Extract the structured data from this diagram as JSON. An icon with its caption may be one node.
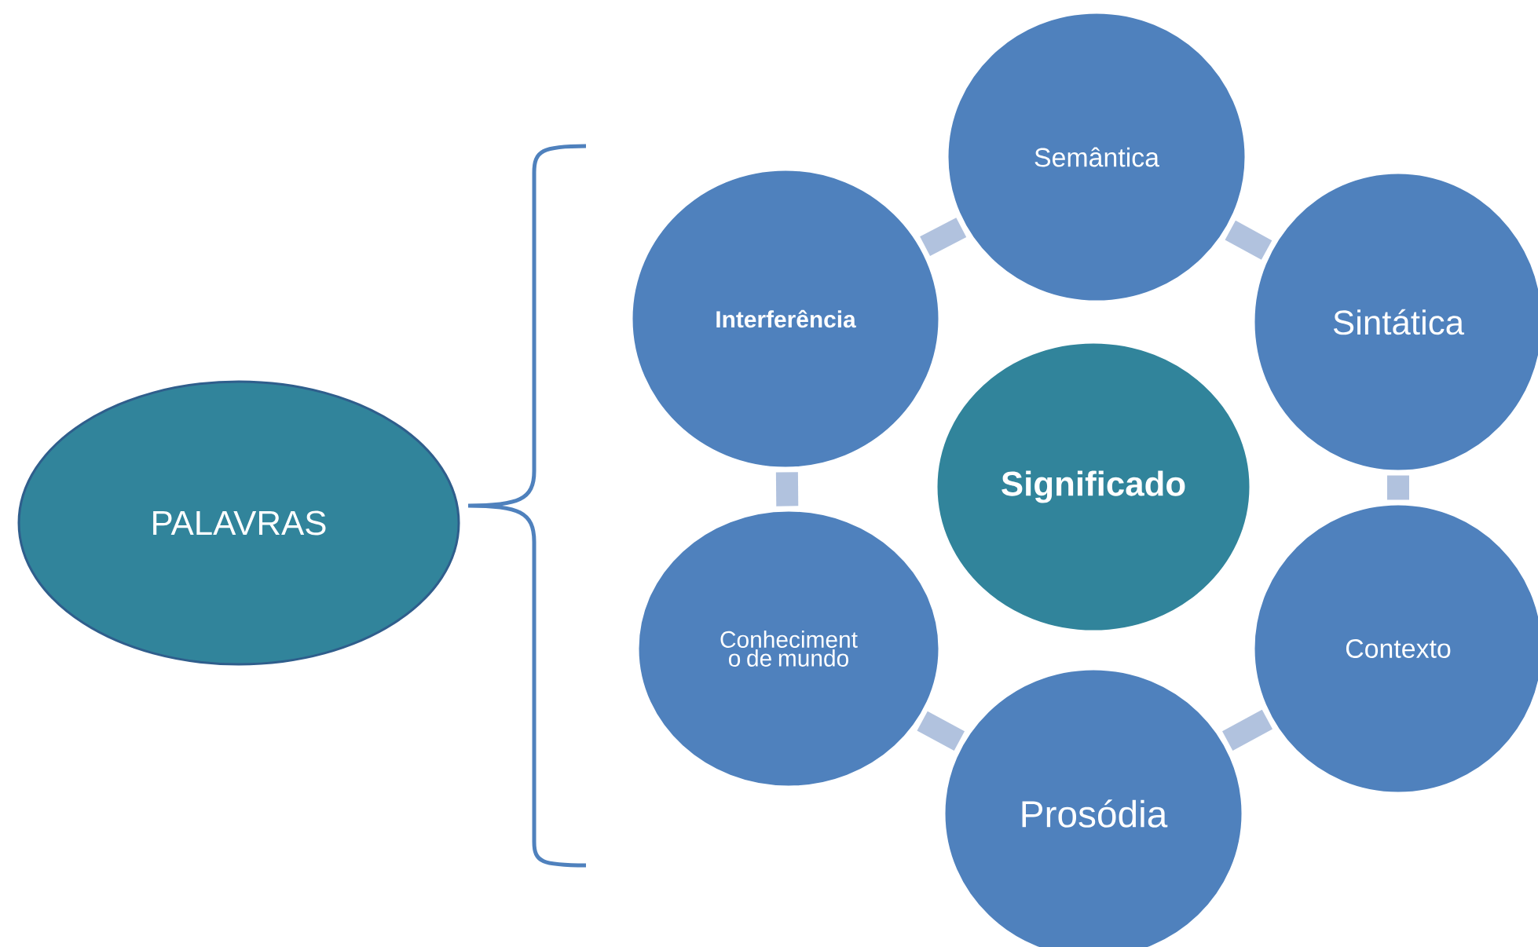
{
  "diagram": {
    "nodes": [
      {
        "text": [
          "PALAVRAS"
        ]
      },
      {
        "text": [
          "Significado"
        ]
      },
      {
        "text": [
          "Semântica"
        ]
      },
      {
        "text": [
          "Sintática"
        ]
      },
      {
        "text": [
          "Contexto"
        ]
      },
      {
        "text": [
          "Prosódia"
        ]
      },
      {
        "text": [
          "Conheciment o de mundo"
        ]
      },
      {
        "text": [
          "Interferência"
        ]
      }
    ],
    "edges": [
      {
        "from": 2,
        "to": 3,
        "arrow": "none"
      },
      {
        "from": 3,
        "to": 4,
        "arrow": "none"
      },
      {
        "from": 4,
        "to": 5,
        "arrow": "none"
      },
      {
        "from": 5,
        "to": 6,
        "arrow": "none"
      },
      {
        "from": 6,
        "to": 7,
        "arrow": "none"
      },
      {
        "from": 7,
        "to": 2,
        "arrow": "none"
      }
    ]
  }
}
